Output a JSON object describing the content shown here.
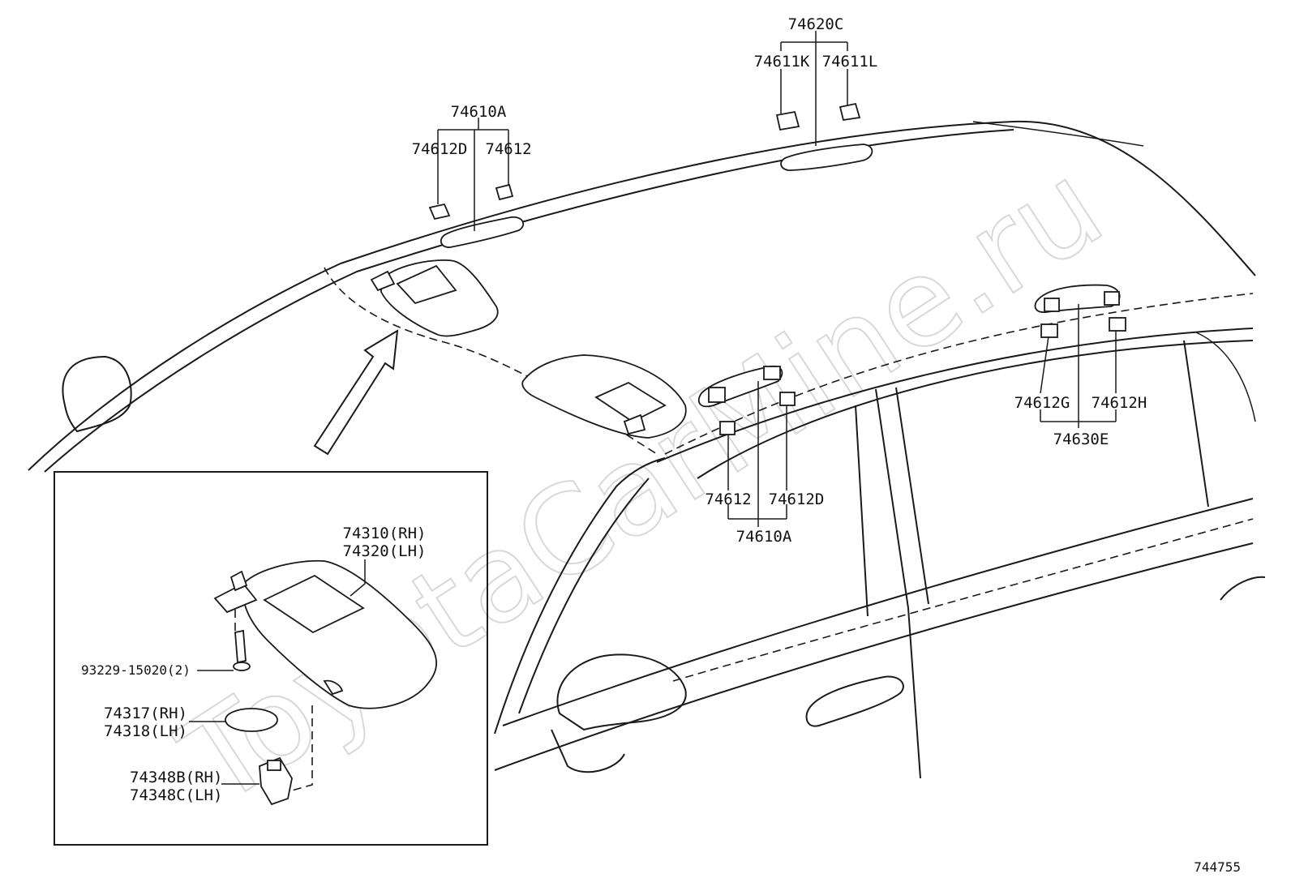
{
  "watermark": "ToyotaCarMine.ru",
  "diagram_ref": "744755",
  "colors": {
    "line": "#1a1a1a",
    "background": "#ffffff"
  },
  "labels": {
    "assist_grip_front_left": "74610A",
    "assist_grip_front_left_cap_a": "74612D",
    "assist_grip_front_left_cap_b": "74612",
    "assist_grip_top": "74620C",
    "assist_grip_top_cap_a": "74611K",
    "assist_grip_top_cap_b": "74611L",
    "assist_grip_right_cap_a": "74612",
    "assist_grip_right_cap_b": "74612D",
    "assist_grip_right": "74610A",
    "assist_grip_rear_cap_a": "74612G",
    "assist_grip_rear_cap_b": "74612H",
    "assist_grip_rear": "74630E",
    "visor_rh": "74310(RH)",
    "visor_lh": "74320(LH)",
    "screw": "93229-15020(2)",
    "cover_rh": "74317(RH)",
    "cover_lh": "74318(LH)",
    "holder_rh": "74348B(RH)",
    "holder_lh": "74348C(LH)"
  }
}
